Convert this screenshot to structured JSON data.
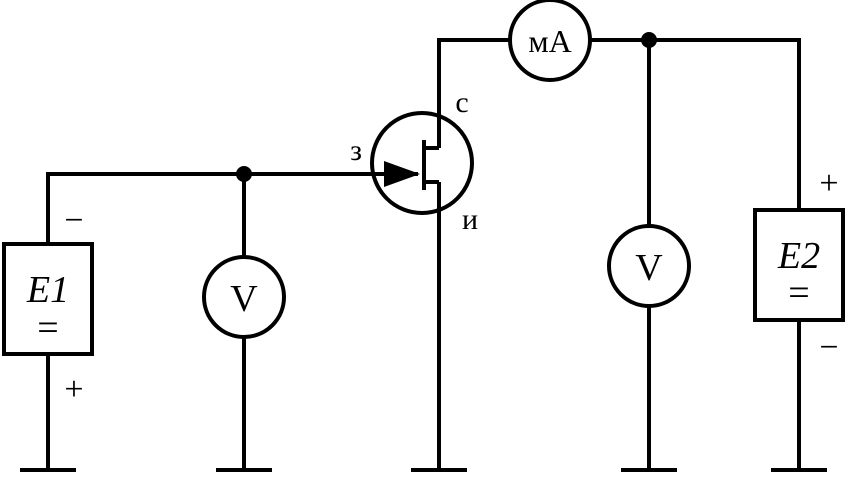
{
  "source_e1": {
    "name": "E1",
    "symbol": "=",
    "top_sign": "−",
    "bottom_sign": "+"
  },
  "source_e2": {
    "name": "E2",
    "symbol": "=",
    "top_sign": "+",
    "bottom_sign": "−"
  },
  "voltmeter_gate": {
    "label": "V"
  },
  "voltmeter_drain": {
    "label": "V"
  },
  "ammeter": {
    "label": "мА"
  },
  "transistor": {
    "gate_label": "з",
    "drain_label": "с",
    "source_label": "и"
  }
}
